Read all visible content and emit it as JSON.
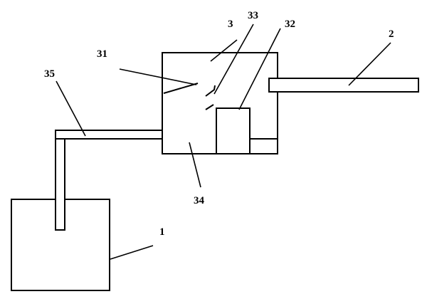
{
  "labels": {
    "container": "1",
    "arm": "2",
    "housing": "3",
    "lever": "31",
    "block": "32",
    "spring": "33",
    "chamber": "34",
    "pipe": "35"
  }
}
